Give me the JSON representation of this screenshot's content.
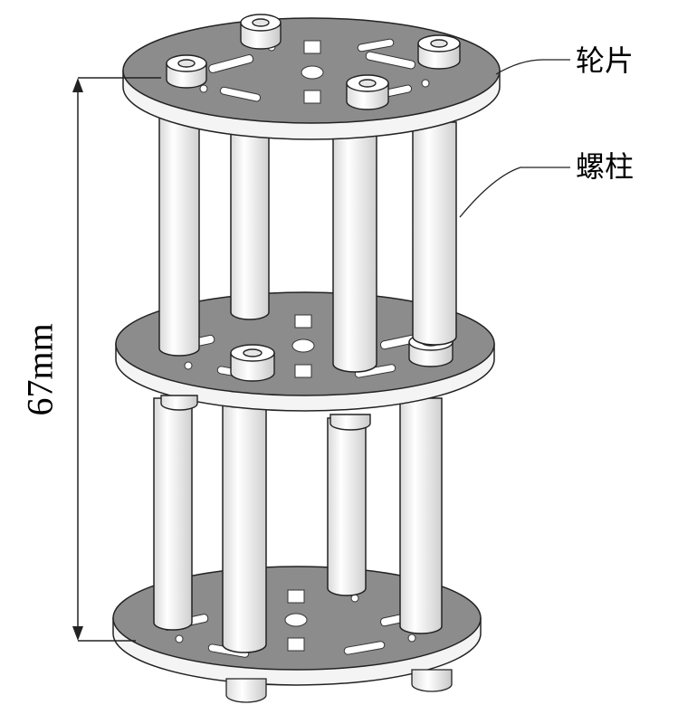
{
  "labels": {
    "plate": "轮片",
    "post": "螺柱"
  },
  "dimension": {
    "text": "67mm"
  },
  "colors": {
    "plate_top": "#8c8c8c",
    "plate_edge": "#f4f4f4",
    "post": "#f2f2f2",
    "outline": "#222222"
  }
}
